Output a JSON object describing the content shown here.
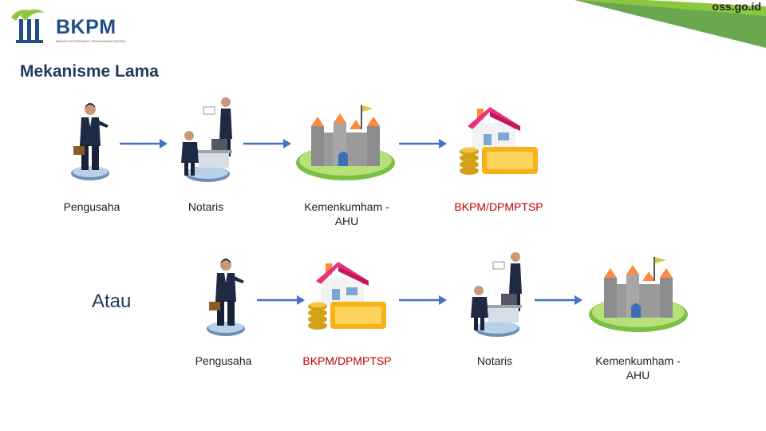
{
  "header": {
    "logo_name": "BKPM",
    "logo_subtitle": "BADAN KOORDINASI PENANAMAN MODAL",
    "site": "oss.go.id"
  },
  "title": "Mekanisme Lama",
  "separator": "Atau",
  "flow1": {
    "labels": [
      "Pengusaha",
      "Notaris",
      "Kemenkumham - AHU",
      "BKPM/DPMPTSP"
    ]
  },
  "flow2": {
    "labels": [
      "Pengusaha",
      "BKPM/DPMPTSP",
      "Notaris",
      "Kemenkumham - AHU"
    ]
  },
  "colors": {
    "arrow": "#4472c4",
    "label_bkpm": "#c00000",
    "brand_green": "#8dc63f",
    "brand_blue": "#1f4f86"
  },
  "icons": [
    "businessman-icon",
    "notary-office-icon",
    "castle-icon",
    "house-money-icon",
    "arrow-right-icon"
  ]
}
